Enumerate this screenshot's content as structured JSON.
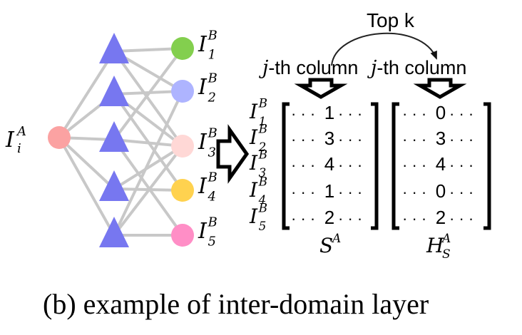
{
  "colors": {
    "triangle": "#7777f0",
    "source_node": "#fba2a2",
    "edge": "#c8c8c8",
    "nodes": [
      "#83cf4e",
      "#aeb4ff",
      "#ffd8d6",
      "#ffd24f",
      "#ff8ec6"
    ]
  },
  "source_label": {
    "base": "I",
    "sub": "i",
    "sup": "A"
  },
  "target_labels": [
    {
      "base": "I",
      "sub": "1",
      "sup": "B"
    },
    {
      "base": "I",
      "sub": "2",
      "sup": "B"
    },
    {
      "base": "I",
      "sub": "3",
      "sup": "B"
    },
    {
      "base": "I",
      "sub": "4",
      "sup": "B"
    },
    {
      "base": "I",
      "sub": "5",
      "sup": "B"
    }
  ],
  "top_label": "Top k",
  "col_label_left": {
    "j": "j",
    "rest": "-th column"
  },
  "col_label_right": {
    "j": "j",
    "rest": "-th column"
  },
  "matrix_row_labels": [
    {
      "base": "I",
      "sub": "1",
      "sup": "B"
    },
    {
      "base": "I",
      "sub": "2",
      "sup": "B"
    },
    {
      "base": "I",
      "sub": "3",
      "sup": "B"
    },
    {
      "base": "I",
      "sub": "4",
      "sup": "B"
    },
    {
      "base": "I",
      "sub": "5",
      "sup": "B"
    }
  ],
  "matrix_s_values": [
    "1",
    "3",
    "4",
    "1",
    "2"
  ],
  "matrix_h_values": [
    "0",
    "3",
    "4",
    "0",
    "2"
  ],
  "dots": "· · ·",
  "matrix_s_name": {
    "base": "S",
    "sup": "A"
  },
  "matrix_h_name": {
    "base": "H",
    "sub": "S",
    "sup": "A"
  },
  "caption": "(b)  example of inter-domain layer"
}
